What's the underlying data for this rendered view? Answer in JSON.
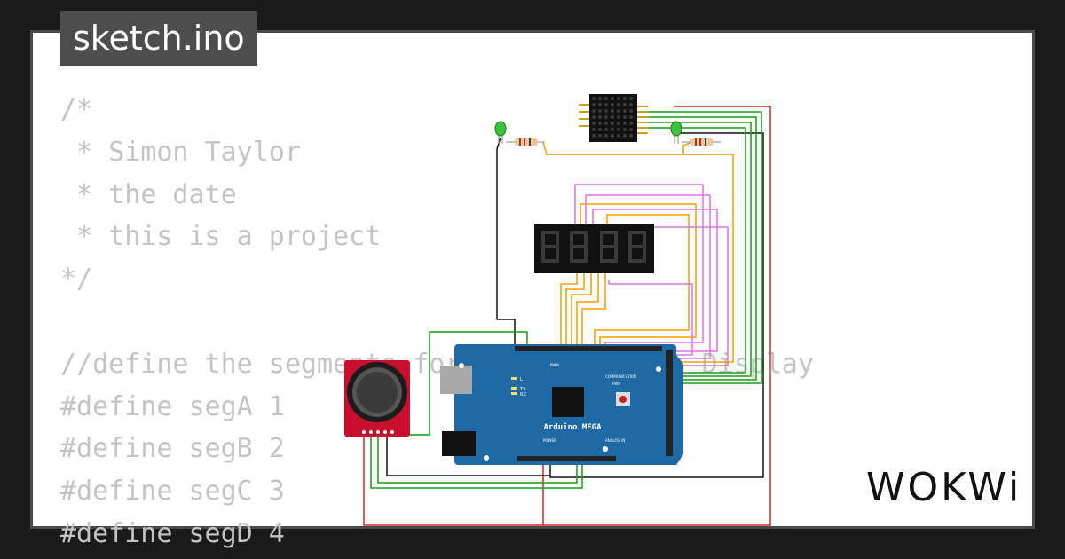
{
  "file_tab": {
    "label": "sketch.ino"
  },
  "code_lines": [
    "/*",
    " * Simon Taylor",
    " * the date",
    " * this is a project",
    "*/",
    "",
    "//define the segments for the 7 Segment Display",
    "#define segA 1",
    "#define segB 2",
    "#define segC 3",
    "#define segD 4"
  ],
  "board": {
    "name": "Arduino MEGA",
    "pwm_label": "PWM",
    "communication_label": "COMMUNICATION",
    "power_label": "POWER",
    "analog_label": "ANALOG IN",
    "led_labels": [
      "L",
      "TX",
      "RX"
    ],
    "pwr_label": "PWR"
  },
  "brand": "WOKWi",
  "colors": {
    "background": "#1a1a1a",
    "panel": "#ffffff",
    "code_text": "#c4c4c4",
    "tab_bg": "#4d4d4d",
    "board": "#1f6aa5",
    "wire_orange": "#f0a000",
    "wire_pink": "#e070e0",
    "wire_green": "#1a9a1a",
    "wire_red": "#e02020",
    "wire_black": "#111111"
  }
}
